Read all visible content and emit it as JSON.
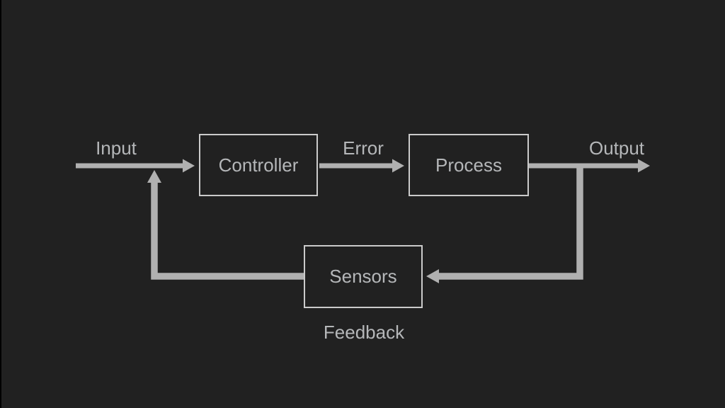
{
  "colors": {
    "bg": "#212121",
    "line": "#b0b0b0",
    "box-border": "#cbcbcb",
    "text": "#b5b7b9",
    "edge": "#000000"
  },
  "diagram": {
    "type": "control-loop-block-diagram",
    "boxes": {
      "controller": {
        "label": "Controller"
      },
      "process": {
        "label": "Process"
      },
      "sensors": {
        "label": "Sensors"
      }
    },
    "labels": {
      "input": "Input",
      "error": "Error",
      "output": "Output",
      "feedback": "Feedback"
    }
  }
}
